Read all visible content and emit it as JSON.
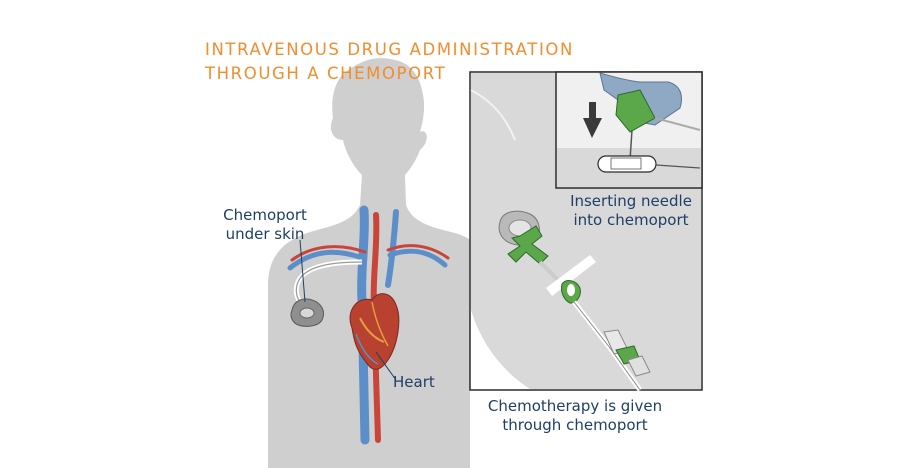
{
  "title": {
    "line1": "INTRAVENOUS DRUG ADMINISTRATION",
    "line2": "THROUGH A CHEMOPORT"
  },
  "labels": {
    "chemoport": {
      "line1": "Chemoport",
      "line2": "under skin"
    },
    "heart": "Heart",
    "inserting": {
      "line1": "Inserting needle",
      "line2": "into chemoport"
    },
    "given": {
      "line1": "Chemotherapy is given",
      "line2": "through chemoport"
    }
  },
  "colors": {
    "title": "#f18d2d",
    "label": "#1e3f66",
    "silhouette": "#cfcfcf",
    "panel": "#d9d9d9",
    "panel_border": "#2b2b2b",
    "vein": "#5c8fc9",
    "artery": "#c9453a",
    "heart": "#b8412f",
    "needle_hub": "#5aa84a"
  }
}
